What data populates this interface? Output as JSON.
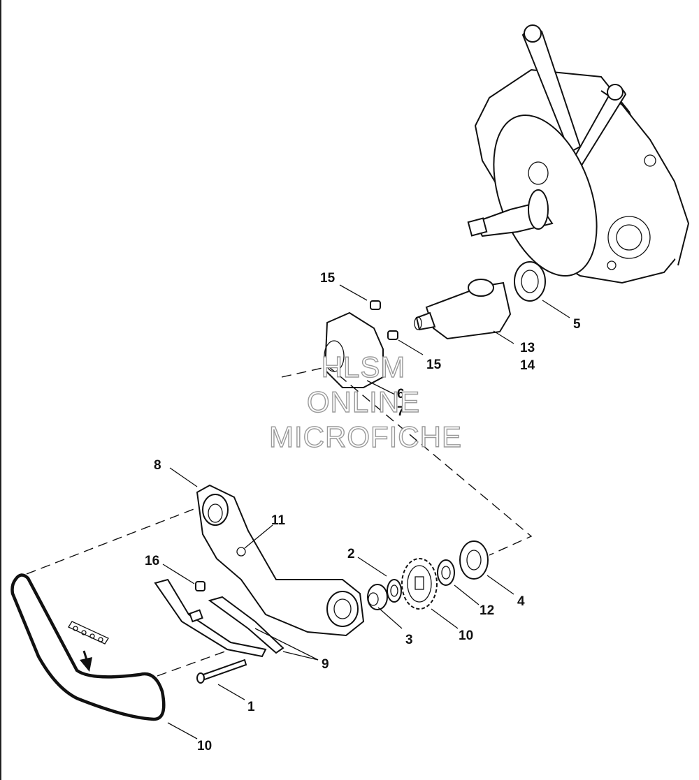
{
  "callouts": {
    "c1": "1",
    "c2": "2",
    "c3": "3",
    "c4": "4",
    "c5": "5",
    "c6": "6",
    "c7": "7",
    "c8": "8",
    "c9": "9",
    "c10a": "10",
    "c10b": "10",
    "c11": "11",
    "c12": "12",
    "c13": "13",
    "c14": "14",
    "c15a": "15",
    "c15b": "15",
    "c16": "16"
  },
  "watermark": {
    "line1": "HLSM",
    "line2": "ONLINE",
    "line3": "MICROFICHE"
  }
}
